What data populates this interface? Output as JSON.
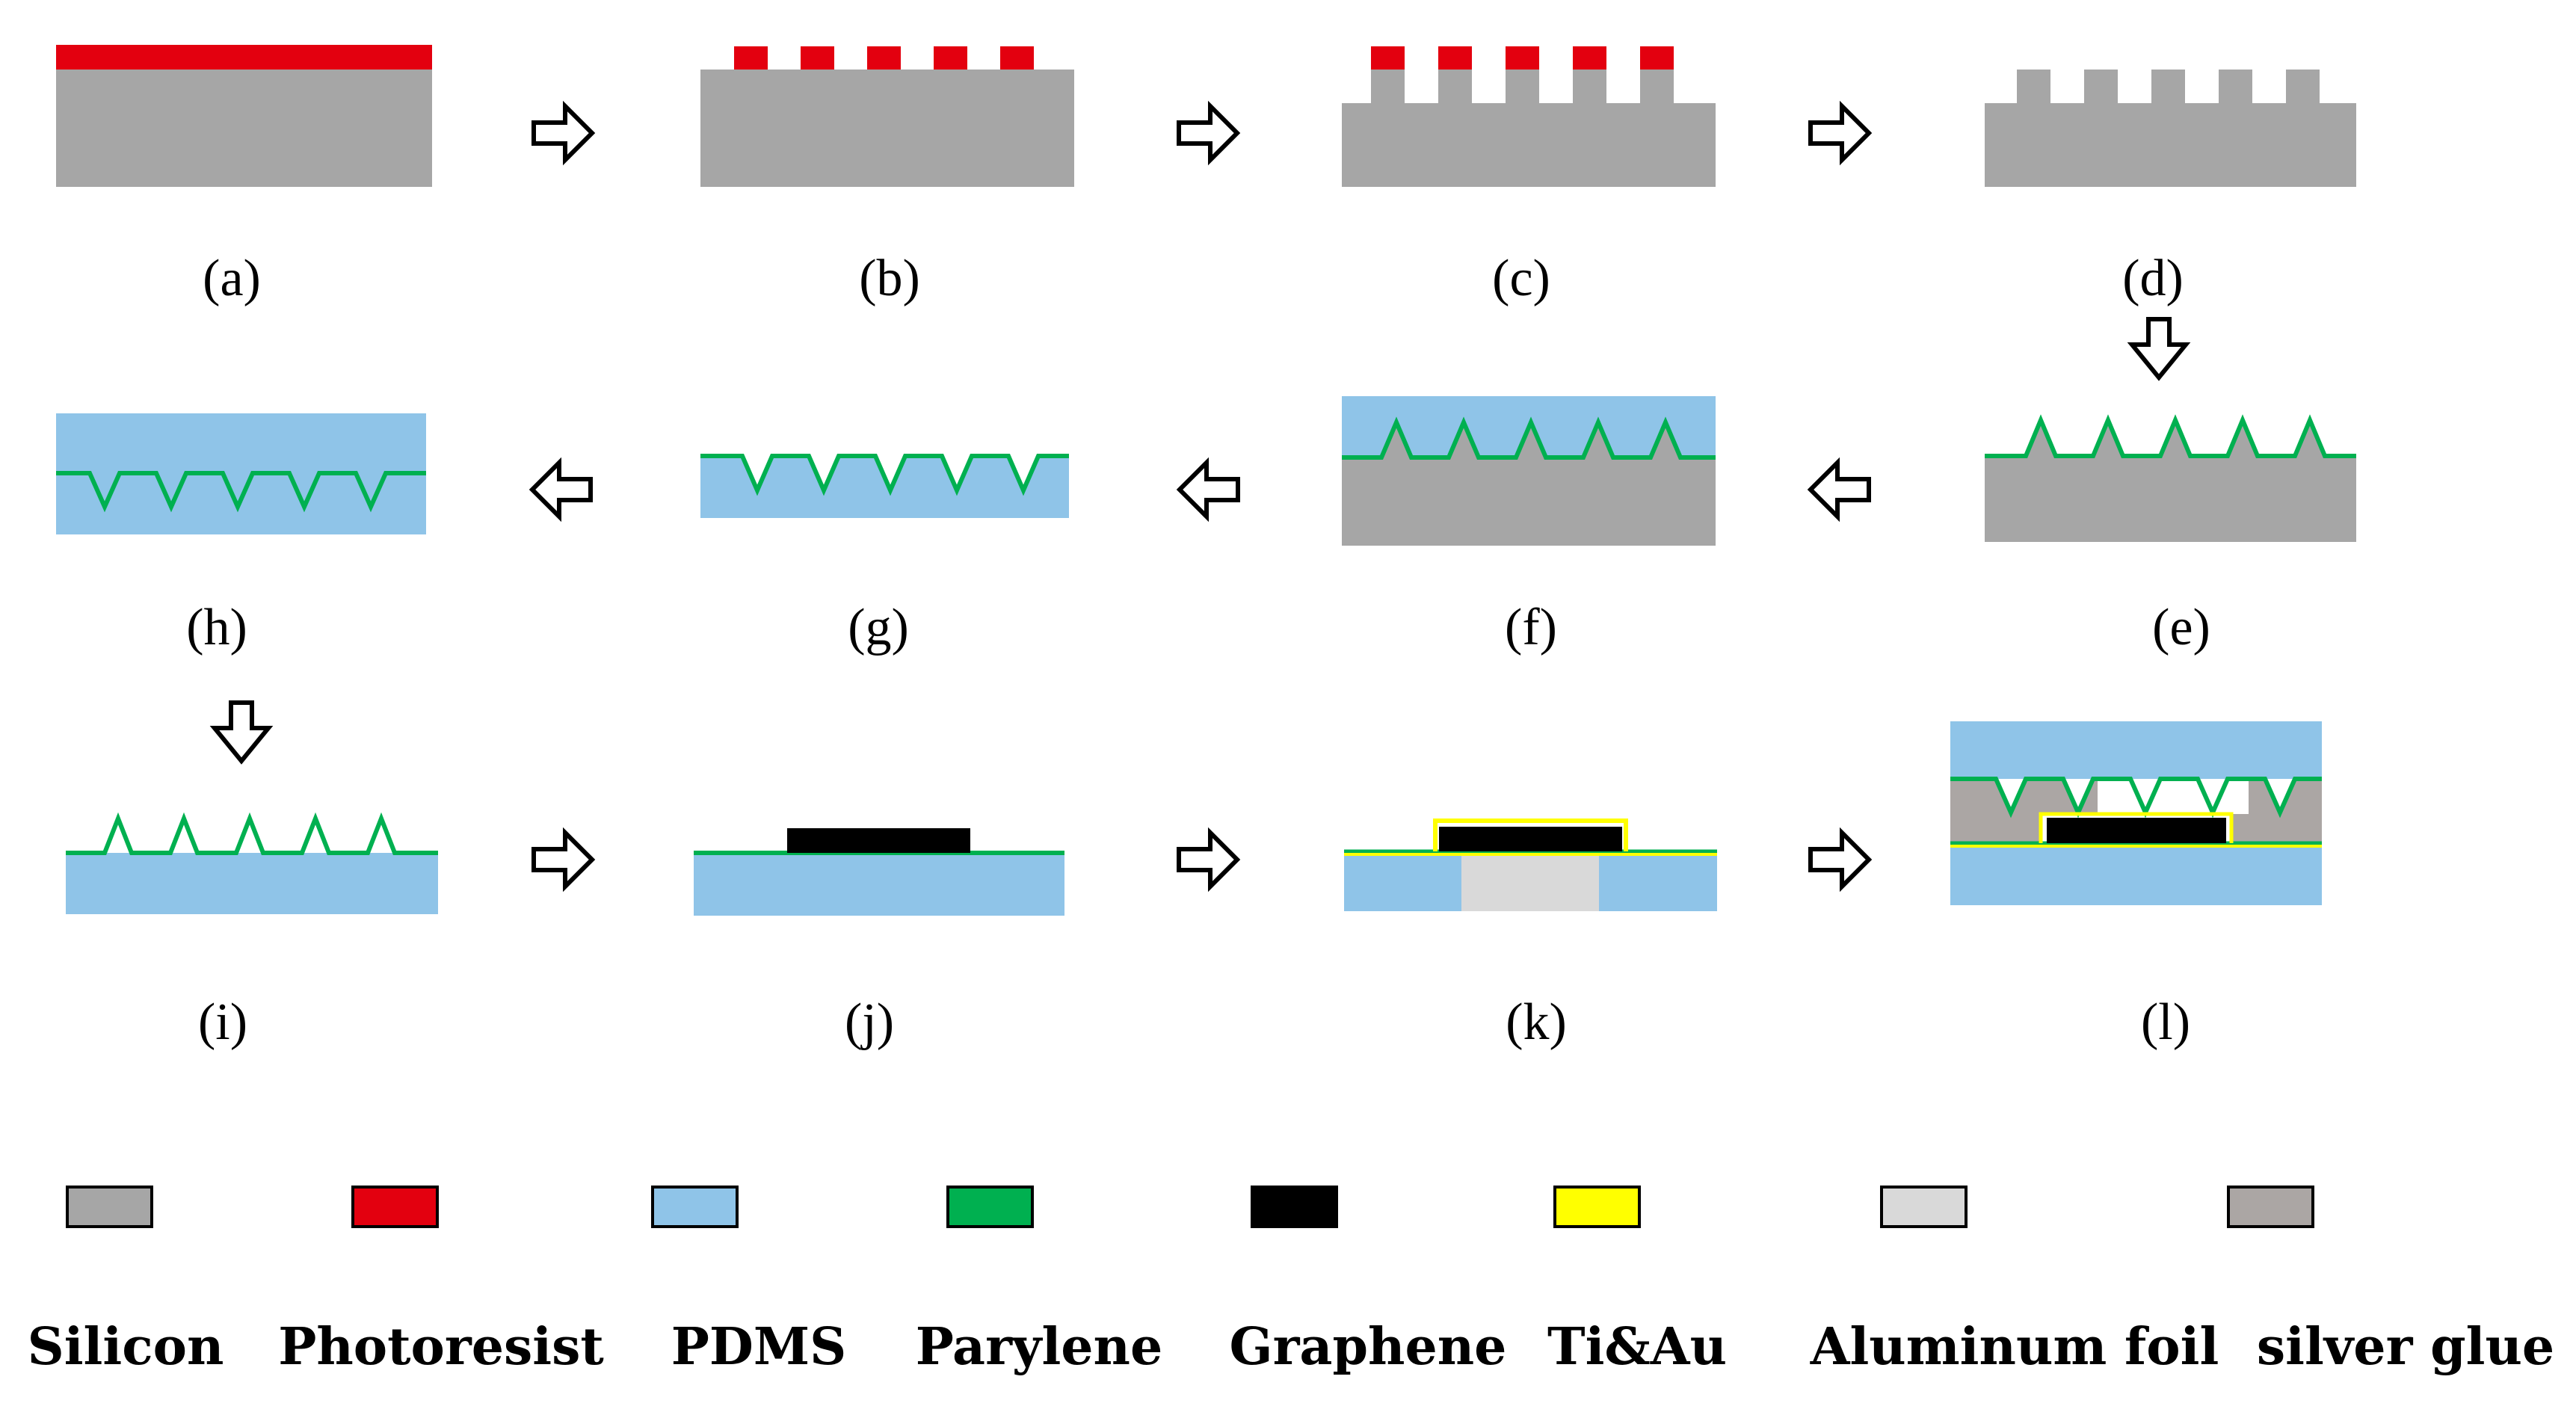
{
  "materials": {
    "silicon": {
      "label": "Silicon",
      "color": "#a6a6a6"
    },
    "photoresist": {
      "label": "Photoresist",
      "color": "#e3000f"
    },
    "pdms": {
      "label": "PDMS",
      "color": "#8fc4e8"
    },
    "parylene": {
      "label": "Parylene",
      "color": "#00b050"
    },
    "graphene": {
      "label": "Graphene",
      "color": "#000000"
    },
    "tiau": {
      "label": "Ti&Au",
      "color": "#ffff00"
    },
    "aluminum": {
      "label": "Aluminum foil",
      "color": "#d9d9d9"
    },
    "silver": {
      "label": "silver glue",
      "color": "#aba6a4"
    }
  },
  "legend_order": [
    "silicon",
    "photoresist",
    "pdms",
    "parylene",
    "graphene",
    "tiau",
    "aluminum",
    "silver"
  ],
  "steps": [
    "(a)",
    "(b)",
    "(c)",
    "(d)",
    "(e)",
    "(f)",
    "(g)",
    "(h)",
    "(i)",
    "(j)",
    "(k)",
    "(l)"
  ],
  "flow": [
    "(a)",
    "(b)",
    "(c)",
    "(d)",
    "(e)",
    "(f)",
    "(g)",
    "(h)",
    "(i)",
    "(j)",
    "(k)",
    "(l)"
  ]
}
